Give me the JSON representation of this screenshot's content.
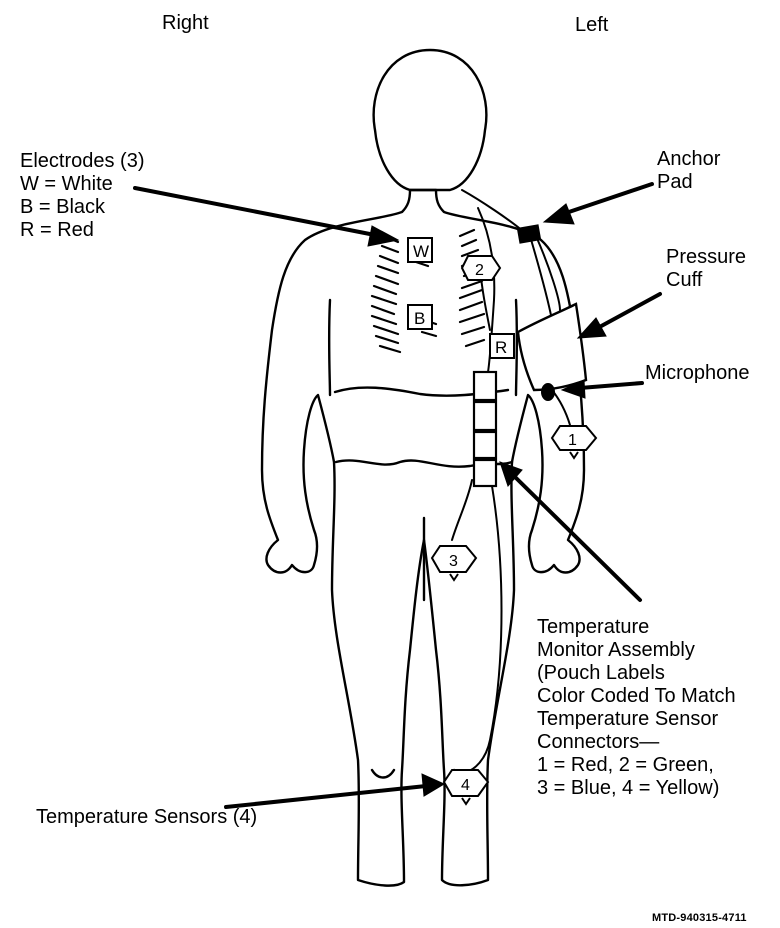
{
  "sides": {
    "right": "Right",
    "left": "Left"
  },
  "electrodes": {
    "title": "Electrodes (3)",
    "legend": [
      "W = White",
      "B = Black",
      "R = Red"
    ],
    "markers": [
      "W",
      "B",
      "R"
    ]
  },
  "anchor_pad": [
    "Anchor",
    "Pad"
  ],
  "pressure_cuff": [
    "Pressure",
    "Cuff"
  ],
  "microphone": "Microphone",
  "temperature_monitor": [
    "Temperature",
    "Monitor Assembly",
    "(Pouch Labels",
    "Color Coded To Match",
    "Temperature Sensor",
    "Connectors—",
    "1 = Red, 2 = Green,",
    "3 = Blue, 4 = Yellow)"
  ],
  "temperature_sensors": {
    "label": "Temperature Sensors (4)",
    "numbers": [
      "1",
      "2",
      "3",
      "4"
    ]
  },
  "figure_id": "MTD-940315-4711"
}
